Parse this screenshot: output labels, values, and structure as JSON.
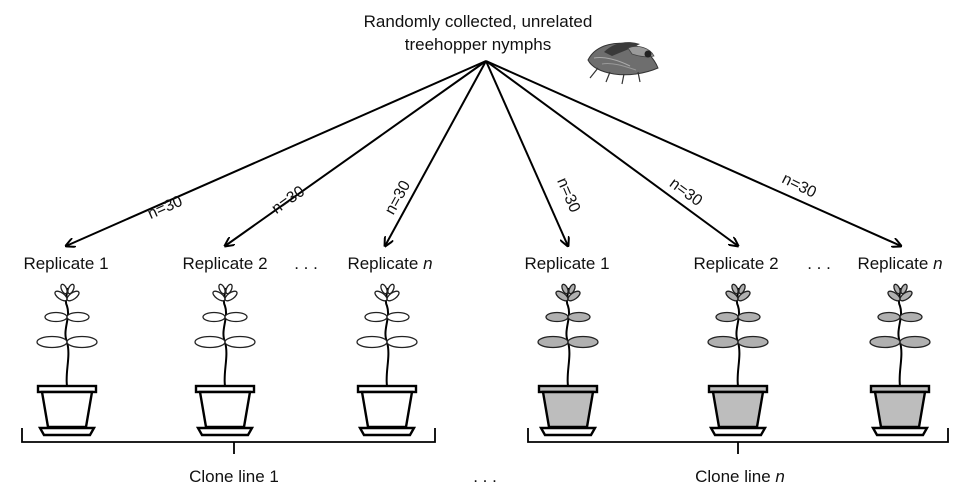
{
  "top_label": {
    "line1": "Randomly collected, unrelated",
    "line2": "treehopper nymphs"
  },
  "edge_labels": [
    "n=30",
    "n=30",
    "n=30",
    "n=30",
    "n=30",
    "n=30"
  ],
  "replicates": [
    {
      "prefix": "Replicate ",
      "suffix": "1",
      "suffix_italic": false,
      "pot": "white"
    },
    {
      "prefix": "Replicate ",
      "suffix": "2",
      "suffix_italic": false,
      "pot": "white"
    },
    {
      "prefix": "Replicate ",
      "suffix": "n",
      "suffix_italic": true,
      "pot": "white"
    },
    {
      "prefix": "Replicate ",
      "suffix": "1",
      "suffix_italic": false,
      "pot": "gray"
    },
    {
      "prefix": "Replicate ",
      "suffix": "2",
      "suffix_italic": false,
      "pot": "gray"
    },
    {
      "prefix": "Replicate ",
      "suffix": "n",
      "suffix_italic": true,
      "pot": "gray"
    }
  ],
  "ellipsis": ". . .",
  "clone_lines": [
    {
      "prefix": "Clone line ",
      "suffix": "1",
      "suffix_italic": false
    },
    {
      "prefix": "Clone line ",
      "suffix": "n",
      "suffix_italic": true
    }
  ],
  "colors": {
    "pot_white": "#ffffff",
    "pot_gray": "#bdbdbd",
    "leaf_gray": "#b0b0b0",
    "line": "#000000"
  },
  "icons": [
    "treehopper-icon",
    "plant-pot-icon"
  ]
}
